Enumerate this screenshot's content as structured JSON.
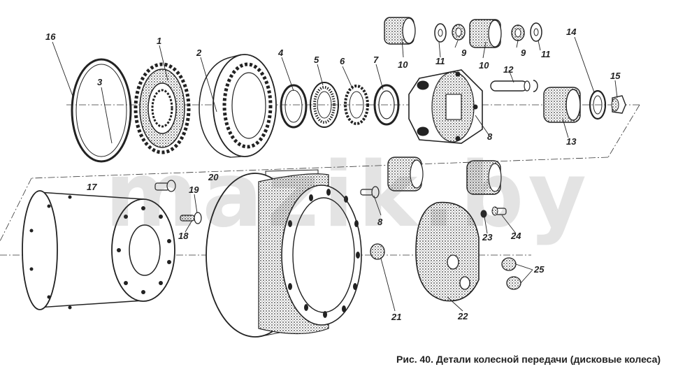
{
  "caption": "Рис. 40. Детали колесной передачи (дисковые колеса)",
  "watermark": "mazik.by",
  "part_numbers": {
    "p1": "1",
    "p2": "2",
    "p3": "3",
    "p4": "4",
    "p5": "5",
    "p6": "6",
    "p7": "7",
    "p8a": "8",
    "p8b": "8",
    "p9a": "9",
    "p9b": "9",
    "p10a": "10",
    "p10b": "10",
    "p11a": "11",
    "p11b": "11",
    "p12": "12",
    "p13": "13",
    "p14": "14",
    "p15": "15",
    "p16": "16",
    "p17": "17",
    "p18": "18",
    "p19": "19",
    "p20": "20",
    "p21": "21",
    "p22": "22",
    "p23": "23",
    "p24": "24",
    "p25": "25"
  },
  "colors": {
    "ink": "#222222",
    "shade": "#555555",
    "paper": "#ffffff"
  }
}
